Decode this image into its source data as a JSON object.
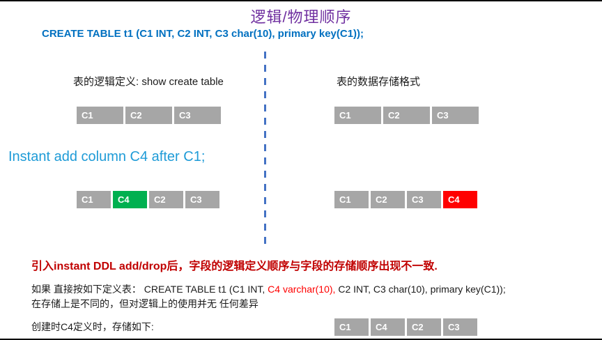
{
  "slide": {
    "title": "逻辑/物理顺序",
    "create_table_stmt": "CREATE TABLE t1 (C1 INT, C2 INT, C3 char(10), primary key(C1));",
    "left_section_label": "表的逻辑定义: show create table",
    "right_section_label": "表的数据存储格式",
    "instant_stmt": "Instant add column C4 after C1;",
    "warning_line": "引入instant DDL add/drop后，字段的逻辑定义顺序与字段的存储顺序出现不一致.",
    "body_line1_prefix": "如果 直接按如下定义表：  CREATE TABLE t1 (C1 INT, ",
    "body_line1_red": "C4 varchar(10),",
    "body_line1_suffix": " C2 INT, C3 char(10), primary key(C1));",
    "body_line2": "在存储上是不同的，但对逻辑上的使用并无 任何差异",
    "bottom_label": "创建时C4定义时，存储如下:"
  },
  "rows": {
    "logical_before": [
      {
        "label": "C1",
        "variant": "gray"
      },
      {
        "label": "C2",
        "variant": "gray"
      },
      {
        "label": "C3",
        "variant": "gray"
      }
    ],
    "storage_before": [
      {
        "label": "C1",
        "variant": "gray"
      },
      {
        "label": "C2",
        "variant": "gray"
      },
      {
        "label": "C3",
        "variant": "gray"
      }
    ],
    "logical_after": [
      {
        "label": "C1",
        "variant": "gray"
      },
      {
        "label": "C4",
        "variant": "green"
      },
      {
        "label": "C2",
        "variant": "gray"
      },
      {
        "label": "C3",
        "variant": "gray"
      }
    ],
    "storage_after": [
      {
        "label": "C1",
        "variant": "gray"
      },
      {
        "label": "C2",
        "variant": "gray"
      },
      {
        "label": "C3",
        "variant": "gray"
      },
      {
        "label": "C4",
        "variant": "red"
      }
    ],
    "storage_direct_define": [
      {
        "label": "C1",
        "variant": "gray"
      },
      {
        "label": "C4",
        "variant": "gray"
      },
      {
        "label": "C2",
        "variant": "gray"
      },
      {
        "label": "C3",
        "variant": "gray"
      }
    ]
  },
  "colors": {
    "title": "#7030A0",
    "create_stmt": "#0070C0",
    "instant_stmt": "#1E9BD7",
    "warning": "#C00000",
    "box_gray": "#A6A6A6",
    "box_green": "#00B050",
    "box_red": "#FF0000",
    "divider": "#4472C4"
  }
}
